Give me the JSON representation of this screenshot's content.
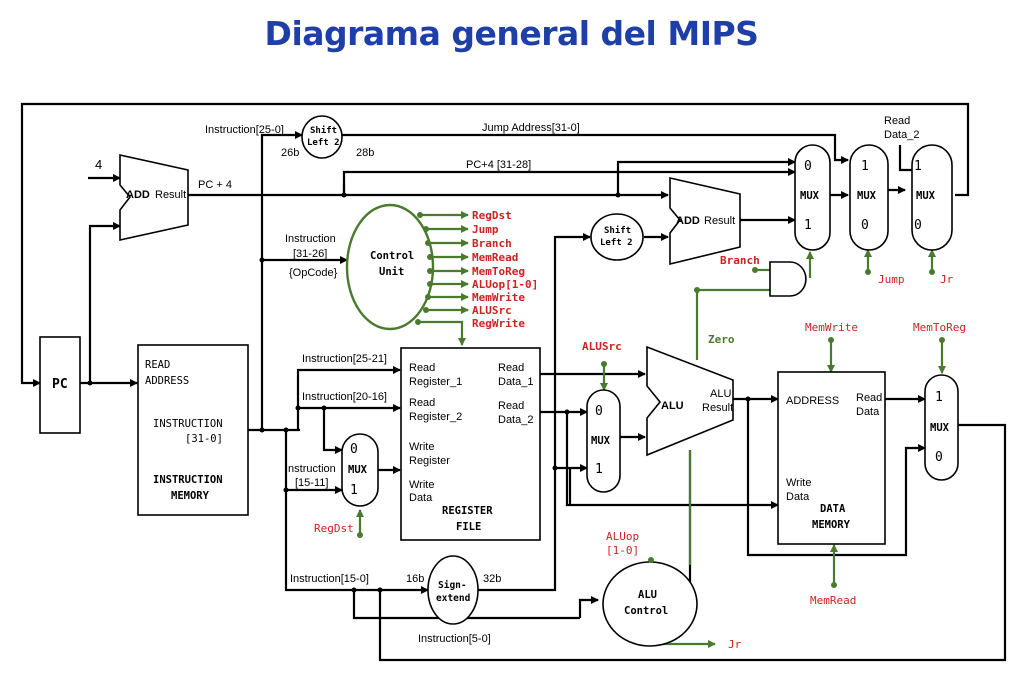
{
  "title": "Diagrama general del MIPS",
  "pc": {
    "label": "PC"
  },
  "adder_pc4": {
    "label": "ADD",
    "result": "Result",
    "const": "4",
    "output": "PC + 4"
  },
  "adder_branch": {
    "label": "ADD",
    "result": "Result"
  },
  "instruction_memory": {
    "read_address": "READ ADDRESS",
    "instruction": "INSTRUCTION",
    "bits": "[31-0]",
    "name_line1": "INSTRUCTION",
    "name_line2": "MEMORY"
  },
  "shift_left_top": {
    "line1": "Shift",
    "line2": "Left 2",
    "in": "26b",
    "out": "28b",
    "label_in": "Instruction[25-0]"
  },
  "shift_left_mid": {
    "line1": "Shift",
    "line2": "Left 2"
  },
  "jump_address": "Jump Address[31-0]",
  "pc4_bits": "PC+4 [31-28]",
  "control_unit": {
    "line1": "Control",
    "line2": "Unit",
    "in_label1": "Instruction",
    "in_label2": "[31-26]",
    "in_label3": "{OpCode}",
    "signals": [
      "RegDst",
      "Jump",
      "Branch",
      "MemRead",
      "MemToReg",
      "ALUop[1-0]",
      "MemWrite",
      "ALUSrc",
      "RegWrite"
    ]
  },
  "register_file": {
    "read_reg1_a": "Read",
    "read_reg1_b": "Register_1",
    "read_reg2_a": "Read",
    "read_reg2_b": "Register_2",
    "write_reg_a": "Write",
    "write_reg_b": "Register",
    "write_data_a": "Write",
    "write_data_b": "Data",
    "read_data1_a": "Read",
    "read_data1_b": "Data_1",
    "read_data2_a": "Read",
    "read_data2_b": "Data_2",
    "name_line1": "REGISTER",
    "name_line2": "FILE"
  },
  "instr_fields": {
    "rs": "Instruction[25-21]",
    "rt": "Instruction[20-16]",
    "rd_a": "Instruction",
    "rd_b": "[15-11]",
    "imm": "Instruction[15-0]",
    "funct": "Instruction[5-0]"
  },
  "mux_regdst": {
    "label": "MUX",
    "in0": "0",
    "in1": "1",
    "ctrl": "RegDst"
  },
  "mux_alusrc": {
    "label": "MUX",
    "in0": "0",
    "in1": "1",
    "ctrl": "ALUSrc"
  },
  "mux_memtoreg": {
    "label": "MUX",
    "in0": "1",
    "in1": "0",
    "ctrl": "MemToReg"
  },
  "mux_branch": {
    "label": "MUX",
    "in0": "0",
    "in1": "1"
  },
  "mux_jump": {
    "label": "MUX",
    "in0": "1",
    "in1": "0",
    "ctrl": "Jump"
  },
  "mux_jr": {
    "label": "MUX",
    "in0": "1",
    "in1": "0",
    "ctrl": "Jr",
    "top_a": "Read",
    "top_b": "Data_2"
  },
  "sign_extend": {
    "line1": "Sign-",
    "line2": "extend",
    "in": "16b",
    "out": "32b"
  },
  "alu": {
    "label": "ALU",
    "result_a": "ALU",
    "result_b": "Result",
    "zero": "Zero"
  },
  "alu_control": {
    "line1": "ALU",
    "line2": "Control",
    "op_a": "ALUop",
    "op_b": "[1-0]",
    "out": "Jr"
  },
  "branch_gate": {
    "label": "Branch"
  },
  "data_memory": {
    "address": "ADDRESS",
    "read_a": "Read",
    "read_b": "Data",
    "write_a": "Write",
    "write_b": "Data",
    "name_line1": "DATA",
    "name_line2": "MEMORY",
    "memwrite": "MemWrite",
    "memread": "MemRead"
  },
  "colors": {
    "title": "#1e3fa8",
    "control": "#4a7a2e",
    "signal": "#cc2222"
  }
}
